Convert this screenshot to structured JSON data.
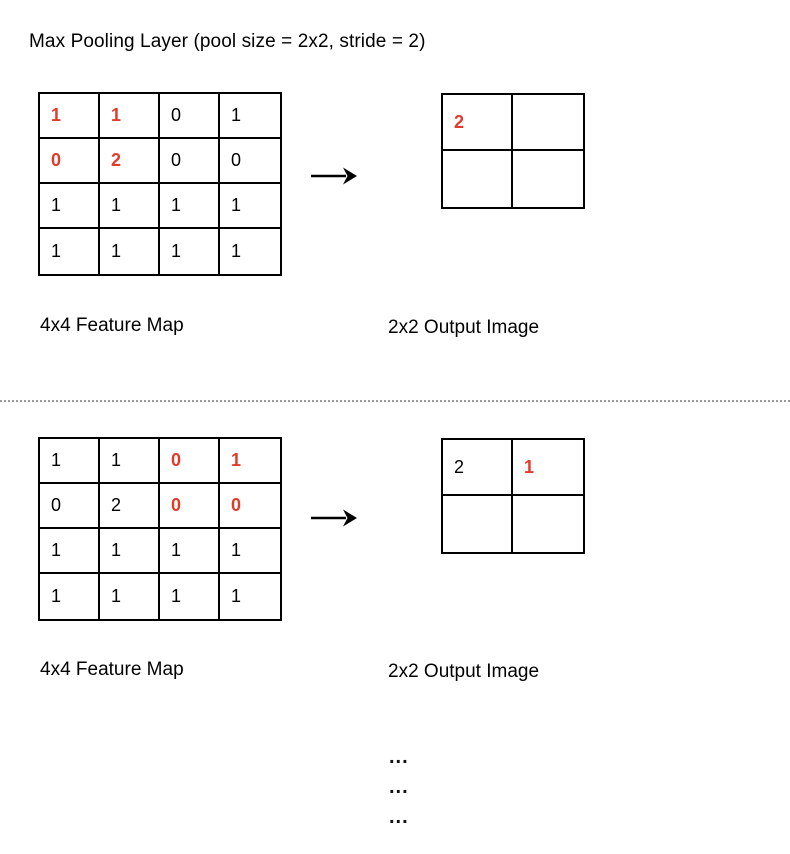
{
  "title": "Max Pooling Layer (pool size = 2x2, stride = 2)",
  "colors": {
    "highlight_red": "#e33b2b",
    "grid_border": "#000000",
    "divider_gray": "#999999"
  },
  "examples": [
    {
      "input_label": "4x4 Feature Map",
      "output_label": "2x2 Output Image",
      "input_grid": {
        "rows": 4,
        "cols": 4,
        "cells": [
          {
            "v": "1",
            "hl": true
          },
          {
            "v": "1",
            "hl": true
          },
          {
            "v": "0",
            "hl": false
          },
          {
            "v": "1",
            "hl": false
          },
          {
            "v": "0",
            "hl": true
          },
          {
            "v": "2",
            "hl": true
          },
          {
            "v": "0",
            "hl": false
          },
          {
            "v": "0",
            "hl": false
          },
          {
            "v": "1",
            "hl": false
          },
          {
            "v": "1",
            "hl": false
          },
          {
            "v": "1",
            "hl": false
          },
          {
            "v": "1",
            "hl": false
          },
          {
            "v": "1",
            "hl": false
          },
          {
            "v": "1",
            "hl": false
          },
          {
            "v": "1",
            "hl": false
          },
          {
            "v": "1",
            "hl": false
          }
        ]
      },
      "output_grid": {
        "rows": 2,
        "cols": 2,
        "cells": [
          {
            "v": "2",
            "hl": true
          },
          {
            "v": "",
            "hl": false
          },
          {
            "v": "",
            "hl": false
          },
          {
            "v": "",
            "hl": false
          }
        ]
      }
    },
    {
      "input_label": "4x4 Feature Map",
      "output_label": "2x2 Output Image",
      "input_grid": {
        "rows": 4,
        "cols": 4,
        "cells": [
          {
            "v": "1",
            "hl": false
          },
          {
            "v": "1",
            "hl": false
          },
          {
            "v": "0",
            "hl": true
          },
          {
            "v": "1",
            "hl": true
          },
          {
            "v": "0",
            "hl": false
          },
          {
            "v": "2",
            "hl": false
          },
          {
            "v": "0",
            "hl": true
          },
          {
            "v": "0",
            "hl": true
          },
          {
            "v": "1",
            "hl": false
          },
          {
            "v": "1",
            "hl": false
          },
          {
            "v": "1",
            "hl": false
          },
          {
            "v": "1",
            "hl": false
          },
          {
            "v": "1",
            "hl": false
          },
          {
            "v": "1",
            "hl": false
          },
          {
            "v": "1",
            "hl": false
          },
          {
            "v": "1",
            "hl": false
          }
        ]
      },
      "output_grid": {
        "rows": 2,
        "cols": 2,
        "cells": [
          {
            "v": "2",
            "hl": false
          },
          {
            "v": "1",
            "hl": true
          },
          {
            "v": "",
            "hl": false
          },
          {
            "v": "",
            "hl": false
          }
        ]
      }
    }
  ],
  "ellipsis_rows": [
    "...",
    "...",
    "..."
  ]
}
